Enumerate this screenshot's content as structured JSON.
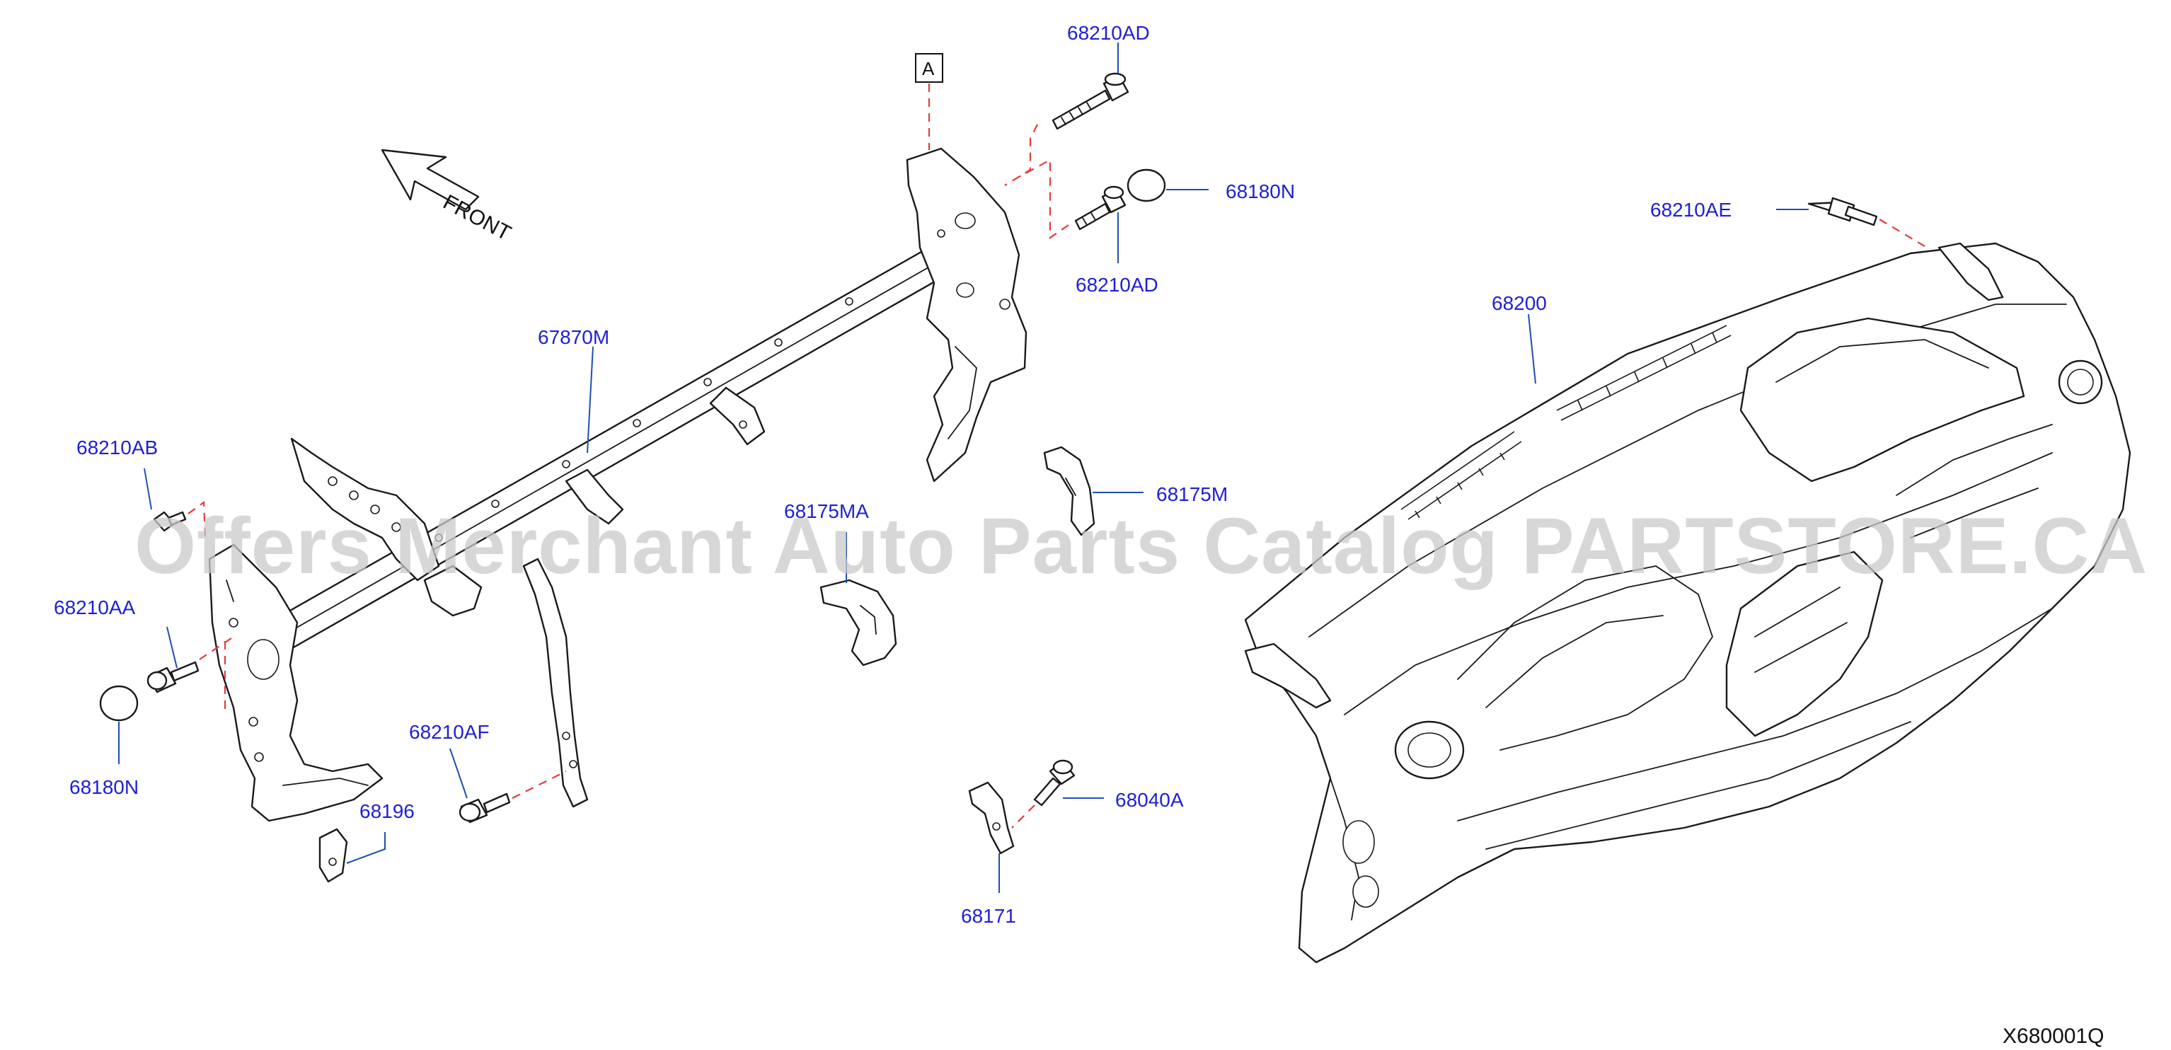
{
  "diagram": {
    "figure_code": "X680001Q",
    "direction_label": "FRONT",
    "reference_marker": "A",
    "watermark": "Offers Merchant Auto Parts Catalog PARTSTORE.CA",
    "callouts": {
      "p68210AD_top": "68210AD",
      "p68180N_right": "68180N",
      "p68210AD_mid": "68210AD",
      "p68210AE": "68210AE",
      "p68200": "68200",
      "p67870M": "67870M",
      "p68210AB": "68210AB",
      "p68210AA": "68210AA",
      "p68180N_left": "68180N",
      "p68175MA": "68175MA",
      "p68175M": "68175M",
      "p68210AF": "68210AF",
      "p68196": "68196",
      "p68040A": "68040A",
      "p68171": "68171"
    },
    "colors": {
      "callout_text": "#1f1fd6",
      "leader_line": "#1f4fb0",
      "dashed_guide": "#e83a3a",
      "part_outline": "#1a1a1a"
    }
  }
}
